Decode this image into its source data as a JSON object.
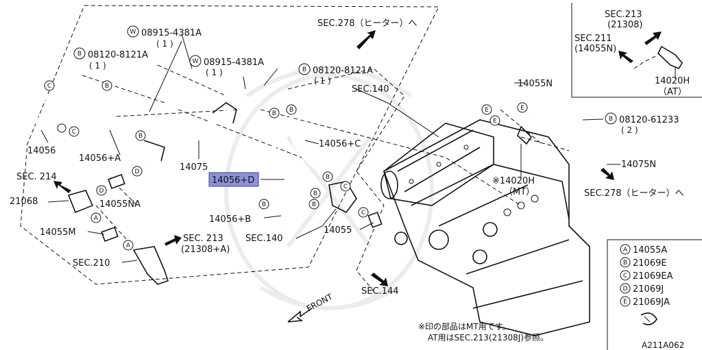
{
  "labels": {
    "p14056": "14056",
    "p14056A": "14056+A",
    "p14075": "14075",
    "p14056_selected": "14056+D",
    "p14056C": "14056+C",
    "p14056B": "14056+B",
    "p14055NA": "14055NA",
    "p14055M": "14055M",
    "p21068": "21068",
    "p14055": "14055",
    "p14055N": "14055N",
    "p14075N": "14075N",
    "p14020H_mt": "※14020H",
    "p14020H_mt_note": "（MT）",
    "sec214": "SEC. 214",
    "sec210": "SEC.210",
    "sec213a": "SEC. 213",
    "sec213a_sub": "(21308+A)",
    "sec140_top": "SEC.140",
    "sec140_mid": "SEC.140",
    "sec144": "SEC.144",
    "sec278_top": "SEC.278（ヒーター）へ",
    "sec278_right": "SEC.278（ヒーター）へ",
    "front": "FRONT"
  },
  "callouts": {
    "w1": {
      "badge": "W",
      "part": "08915-4381A",
      "qty": "( 1 )"
    },
    "w2": {
      "badge": "W",
      "part": "08915-4381A",
      "qty": "( 1 )"
    },
    "b1": {
      "badge": "B",
      "part": "08120-8121A",
      "qty": "( 1 )"
    },
    "b2": {
      "badge": "B",
      "part": "08120-8121A",
      "qty": "( 1 )"
    },
    "b3": {
      "badge": "B",
      "part": "08120-61233",
      "qty": "( 2 )"
    }
  },
  "inset": {
    "sec213": "SEC.213",
    "sec213_sub": "(21308)",
    "sec211": "SEC.211",
    "sec211_sub": "(14055N)",
    "part": "14020H",
    "part_note": "（AT）"
  },
  "legend": {
    "items": [
      {
        "badge": "A",
        "part": "14055A"
      },
      {
        "badge": "B",
        "part": "21069E"
      },
      {
        "badge": "C",
        "part": "21069EA"
      },
      {
        "badge": "D",
        "part": "21069J"
      },
      {
        "badge": "E",
        "part": "21069JA"
      }
    ]
  },
  "note": {
    "line1": "※印の部品はMT用です。",
    "line2": "AT用はSEC.213(21308J)参照。"
  },
  "figure_code": "A211A062"
}
